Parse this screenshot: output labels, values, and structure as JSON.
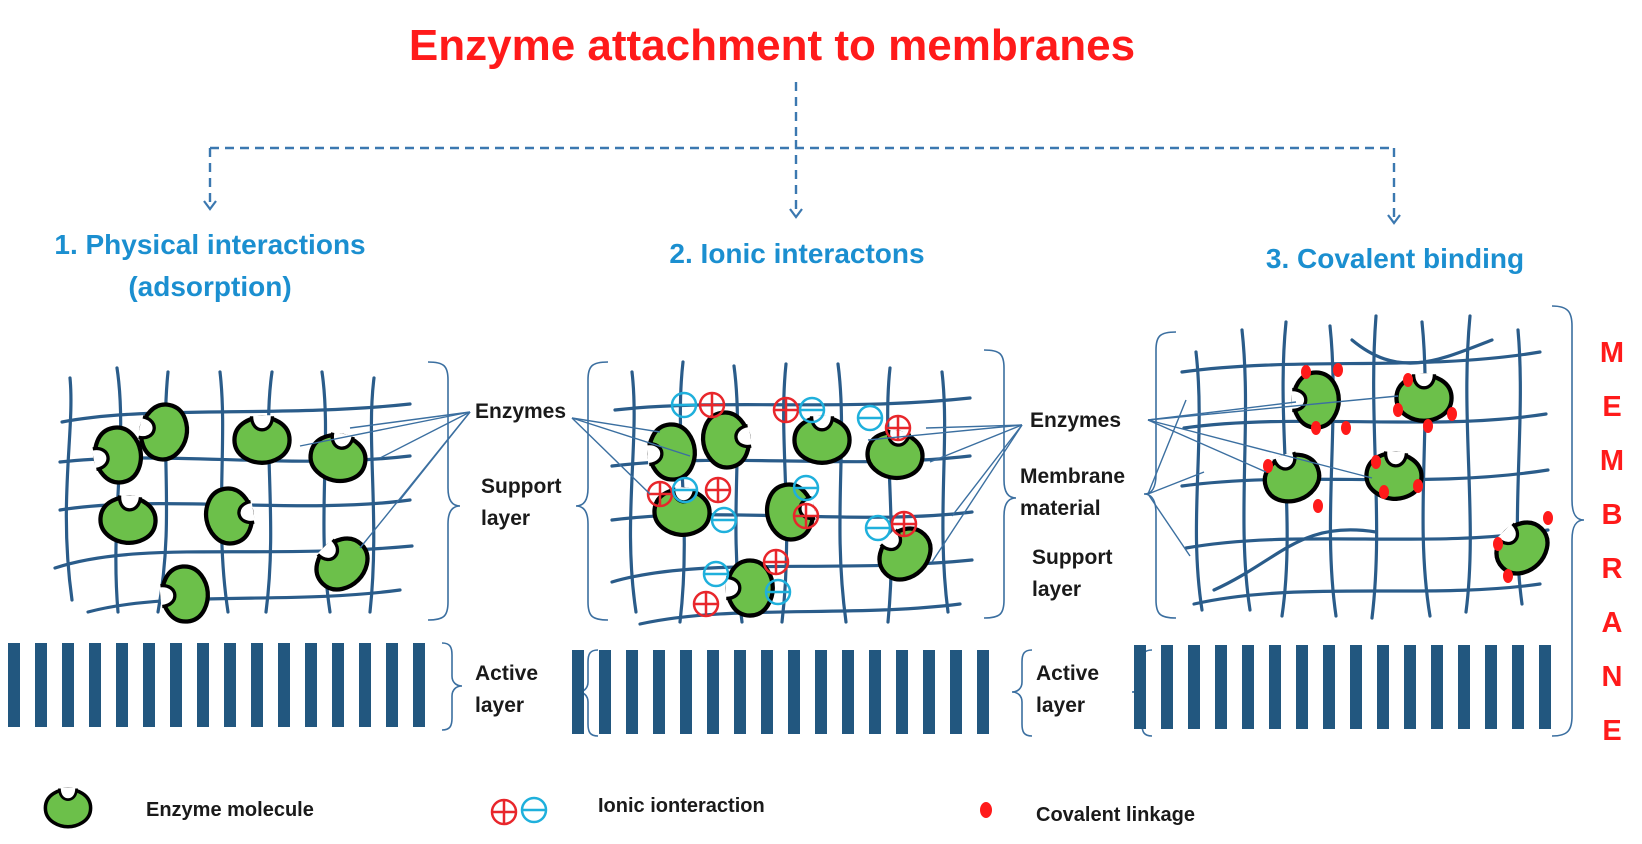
{
  "title": "Enzyme attachment to membranes",
  "methods": [
    {
      "line1": "1. Physical interactions",
      "line2": "(adsorption)"
    },
    {
      "line1": "2. Ionic interactons"
    },
    {
      "line1": "3. Covalent binding"
    }
  ],
  "labels": {
    "enzymes": "Enzymes",
    "support_line1": "Support",
    "support_line2": "layer",
    "membrane_material_line1": "Membrane",
    "membrane_material_line2": "material",
    "active_line1": "Active",
    "active_line2": "layer"
  },
  "side_label": [
    "M",
    "E",
    "M",
    "B",
    "R",
    "A",
    "N",
    "E"
  ],
  "legend": {
    "enzyme_molecule": "Enzyme molecule",
    "ionic_interaction": "Ionic ionteraction",
    "covalent_linkage": "Covalent linkage"
  },
  "colors": {
    "title": "#ff1a1a",
    "heading": "#1b8fd0",
    "enzyme_fill": "#6cc04a",
    "network": "#2a5c8a",
    "active_layer": "#22577f",
    "positive_charge": "#e8262b",
    "negative_charge": "#1fb0dc",
    "covalent_dot": "#ff1a1a"
  },
  "icons": [
    "enzyme-icon",
    "positive-charge-icon",
    "negative-charge-icon",
    "covalent-dot-icon"
  ]
}
